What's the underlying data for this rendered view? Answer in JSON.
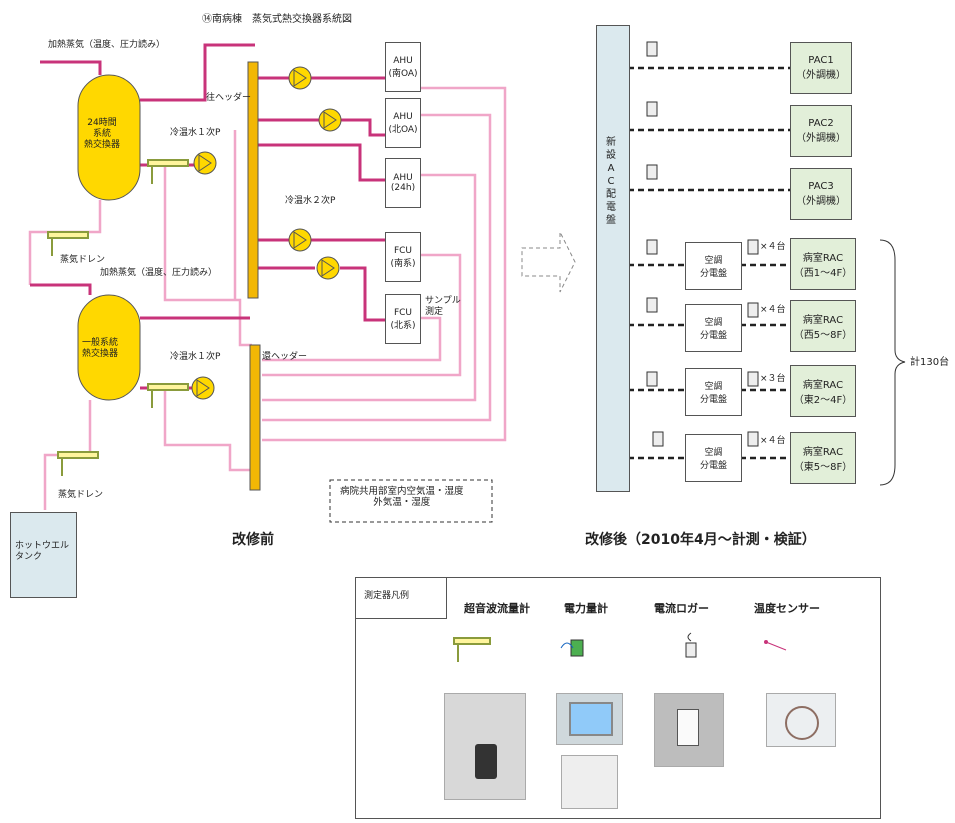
{
  "before": {
    "title": "⑭南病棟　蒸気式熱交換器系統図",
    "caption": "改修前",
    "steam_label_1": "加熱蒸気（温度、圧力読み）",
    "steam_label_2": "加熱蒸気（温度、圧力読み）",
    "hx1": "24時間\n系統\n熱交換器",
    "hx2": "一般系統\n熱交換器",
    "pump1": "冷温水１次P",
    "pump2": "冷温水１次P",
    "pump_secondary": "冷温水２次P",
    "supply_header": "往ヘッダー",
    "return_header": "還ヘッダー",
    "drain1": "蒸気ドレン",
    "drain2": "蒸気ドレン",
    "tank": "ホットウエル\nタンク",
    "ahu1": [
      "AHU",
      "(南OA)"
    ],
    "ahu2": [
      "AHU",
      "(北OA)"
    ],
    "ahu3": [
      "AHU",
      "(24h)"
    ],
    "fcu1": [
      "FCU",
      "(南系)"
    ],
    "fcu2": [
      "FCU",
      "(北系)"
    ],
    "sample": "サンプル\n測定",
    "note": "病院共用部室内空気温・湿度\n外気温・湿度"
  },
  "after": {
    "caption": "改修後（2010年4月～計測・検証）",
    "panel": "新\n設\nA\nC\n配\n電\n盤",
    "pac": [
      "PAC1\n（外調機）",
      "PAC2\n（外調機）",
      "PAC3\n（外調機）"
    ],
    "sub_panel": "空調\n分電盤",
    "rac": [
      "病室RAC\n（西1～4F）",
      "病室RAC\n（西5～8F）",
      "病室RAC\n（東2～4F）",
      "病室RAC\n（東5～8F）"
    ],
    "counts": [
      "×４台",
      "×４台",
      "×３台",
      "×４台"
    ],
    "total": "計130台"
  },
  "legend": {
    "title": "測定器凡例",
    "items": [
      "超音波流量計",
      "電力量計",
      "電流ロガー",
      "温度センサー"
    ]
  },
  "colors": {
    "steam": "#c8337a",
    "return_pipe": "#f0a6c8",
    "vessel": "#ffd800",
    "header": "#f2b705",
    "panel": "#dbe9ee",
    "unit": "#e2efd9"
  }
}
